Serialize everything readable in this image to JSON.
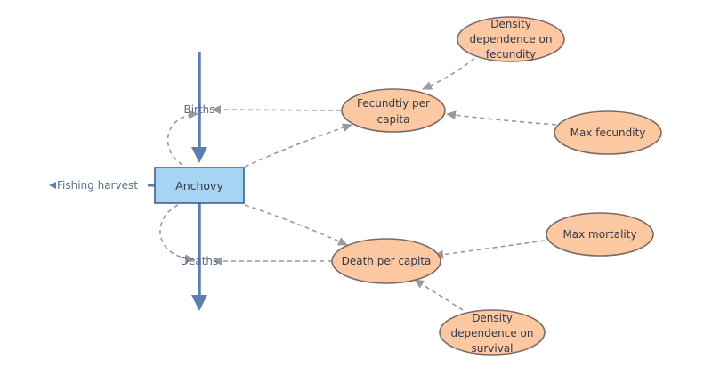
{
  "diagram": {
    "stock": {
      "label": "Anchovy"
    },
    "flows": {
      "births": {
        "label": "Births"
      },
      "deaths": {
        "label": "Deaths"
      },
      "fishing_harvest": {
        "label": "Fishing harvest"
      }
    },
    "variables": {
      "fecundity_per_capita": {
        "lines": [
          "Fecundtiy per",
          "capita"
        ]
      },
      "density_dependence_fecundity": {
        "lines": [
          "Density",
          "dependence on",
          "fecundity"
        ]
      },
      "max_fecundity": {
        "lines": [
          "Max fecundity"
        ]
      },
      "death_per_capita": {
        "lines": [
          "Death per capita"
        ]
      },
      "max_mortality": {
        "lines": [
          "Max mortality"
        ]
      },
      "density_dependence_survival": {
        "lines": [
          "Density",
          "dependence on",
          "survival"
        ]
      }
    },
    "colors": {
      "stock_fill": "#a8d4f4",
      "stock_stroke": "#2f5a86",
      "flow": "#5b7fb5",
      "variable_fill": "#fbc8a2",
      "variable_stroke": "#7a6a66",
      "link": "#9a9a9a",
      "text": "#33394a",
      "flow_label": "#5a6c8c"
    }
  }
}
